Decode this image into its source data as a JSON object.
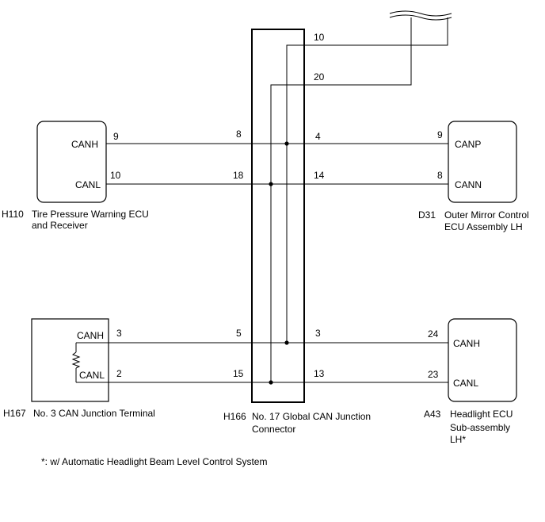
{
  "ecu_tpms": {
    "code": "H110",
    "name_line1": "Tire Pressure Warning ECU",
    "name_line2": "and Receiver",
    "pin_canh_label": "CANH",
    "pin_canl_label": "CANL",
    "pin_canh_no": "9",
    "pin_canl_no": "10"
  },
  "ecu_mirror": {
    "code": "D31",
    "name_line1": "Outer Mirror Control",
    "name_line2": "ECU Assembly LH",
    "pin_canp_label": "CANP",
    "pin_cann_label": "CANN",
    "pin_canp_no": "9",
    "pin_cann_no": "8"
  },
  "can_terminal": {
    "code": "H167",
    "name": "No. 3 CAN Junction Terminal",
    "pin_canh_label": "CANH",
    "pin_canl_label": "CANL",
    "pin_canh_no": "3",
    "pin_canl_no": "2"
  },
  "headlight_ecu": {
    "code": "A43",
    "name_line1": "Headlight ECU",
    "name_line2": "Sub-assembly",
    "name_line3": "LH*",
    "pin_canh_label": "CANH",
    "pin_canl_label": "CANL",
    "pin_canh_no": "24",
    "pin_canl_no": "23"
  },
  "junction": {
    "code": "H166",
    "name_line1": "No. 17 Global CAN Junction",
    "name_line2": "Connector",
    "left_pins": [
      "8",
      "18",
      "5",
      "15"
    ],
    "right_pins": [
      "10",
      "20",
      "4",
      "14",
      "3",
      "13"
    ]
  },
  "footnote": "*: w/ Automatic Headlight Beam Level Control System"
}
